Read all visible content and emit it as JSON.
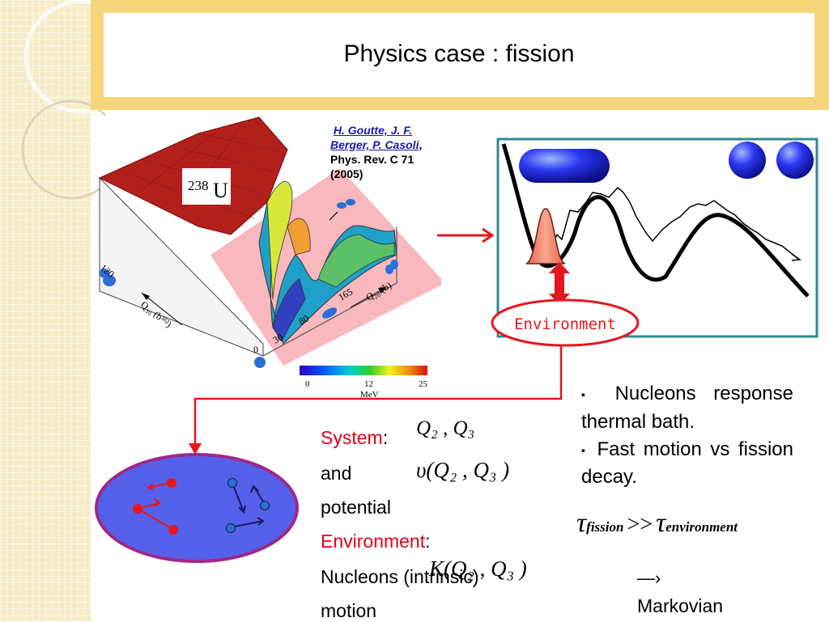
{
  "slide": {
    "title": "Physics case :  fission",
    "reference": {
      "authors_line1": "H. Goutte,  J. F.",
      "authors_line2": "Berger,  P. Casoli",
      "comma": ",",
      "journal": "Phys. Rev. C 71",
      "year": "(2005)"
    }
  },
  "surface_plot": {
    "nucleus": "238U",
    "nucleus_mass": "238",
    "nucleus_symbol": "U",
    "axis_q30": "Q₃₀ (b³ᵟ²)",
    "axis_q20": "Q₂₀ (b)",
    "ticks_q30": [
      "120",
      "0"
    ],
    "ticks_q20": [
      "30",
      "80",
      "165"
    ],
    "colorbar_ticks": [
      "0",
      "12",
      "25"
    ],
    "colorbar_unit": "MeV",
    "colors": {
      "surface_ridge": "#b3201c",
      "highlight": "#f5a0a8"
    }
  },
  "potential_panel": {
    "environment_label": "Environment",
    "colors": {
      "frame": "#2d8a95",
      "arrow": "#e5161e",
      "gaussian": "#f48a72",
      "ellipse_border": "#e5161e"
    }
  },
  "system_text": {
    "system_word": "System",
    "system_colon": ":",
    "system_vars": "Q₂ , Q₃",
    "and_word": "and",
    "potential_word": "potential",
    "potential_formula": "υ(Q₂ , Q₃ )",
    "environment_word": "Environment",
    "environment_colon": ":",
    "nucleons_text": "Nucleons (intrinsic)",
    "overlay_formula": "K(Q₂ , Q₃ )",
    "motion_word": "motion"
  },
  "bullets": {
    "marker": "▪",
    "item1": "Nucleons response thermal bath.",
    "item2": "Fast motion vs fission decay."
  },
  "timescale": {
    "tau": "τ",
    "fission_sub": "fission",
    "relation": ">>",
    "environment_sub": "environment",
    "arrow": "—›",
    "conclusion": "Markovian"
  }
}
